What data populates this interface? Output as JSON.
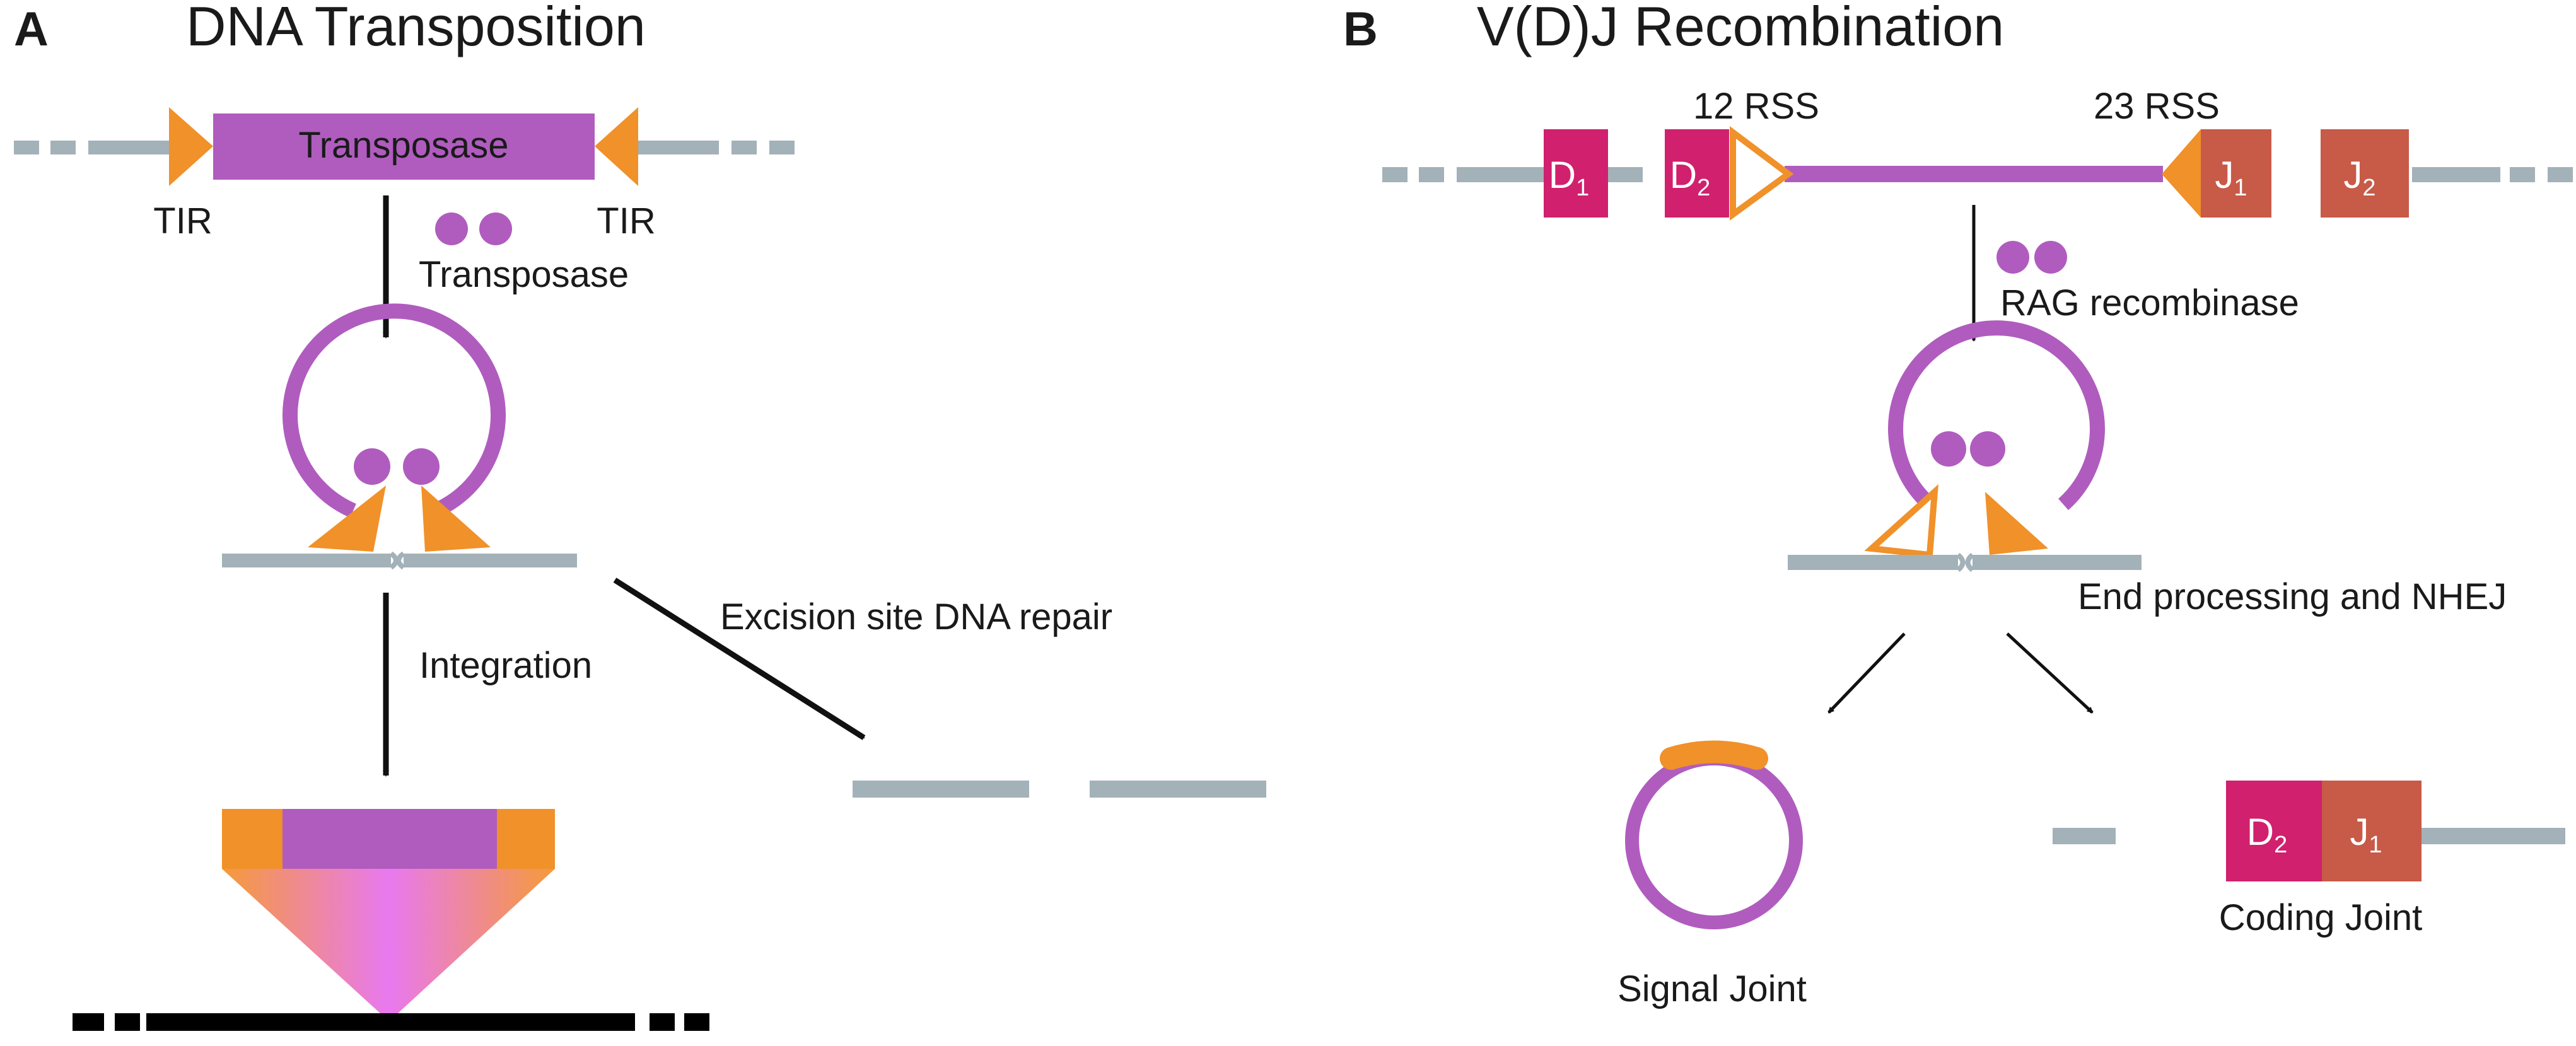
{
  "panel_a": {
    "letter": "A",
    "title": "DNA Transposition",
    "element_label": "Transposase",
    "tir_left": "TIR",
    "tir_right": "TIR",
    "enzyme_label": "Transposase",
    "integration_label": "Integration",
    "repair_label": "Excision site DNA repair"
  },
  "panel_b": {
    "letter": "B",
    "title": "V(D)J Recombination",
    "rss12_label": "12 RSS",
    "rss23_label": "23 RSS",
    "segments": {
      "d1": {
        "main": "D",
        "sub": "1"
      },
      "d2": {
        "main": "D",
        "sub": "2"
      },
      "j1": {
        "main": "J",
        "sub": "1"
      },
      "j2": {
        "main": "J",
        "sub": "2"
      }
    },
    "enzyme_label": "RAG recombinase",
    "end_processing_label": "End processing and NHEJ",
    "signal_joint_label": "Signal Joint",
    "coding_joint_label": "Coding Joint"
  },
  "colors": {
    "dna": "#a3b1b8",
    "transposon": "#b05cbf",
    "tir": "#f0912a",
    "d_segment": "#d0206e",
    "j_segment": "#c85a48",
    "arrow": "#111111",
    "target_dna": "#000000",
    "cone_center": "#e879f0"
  }
}
